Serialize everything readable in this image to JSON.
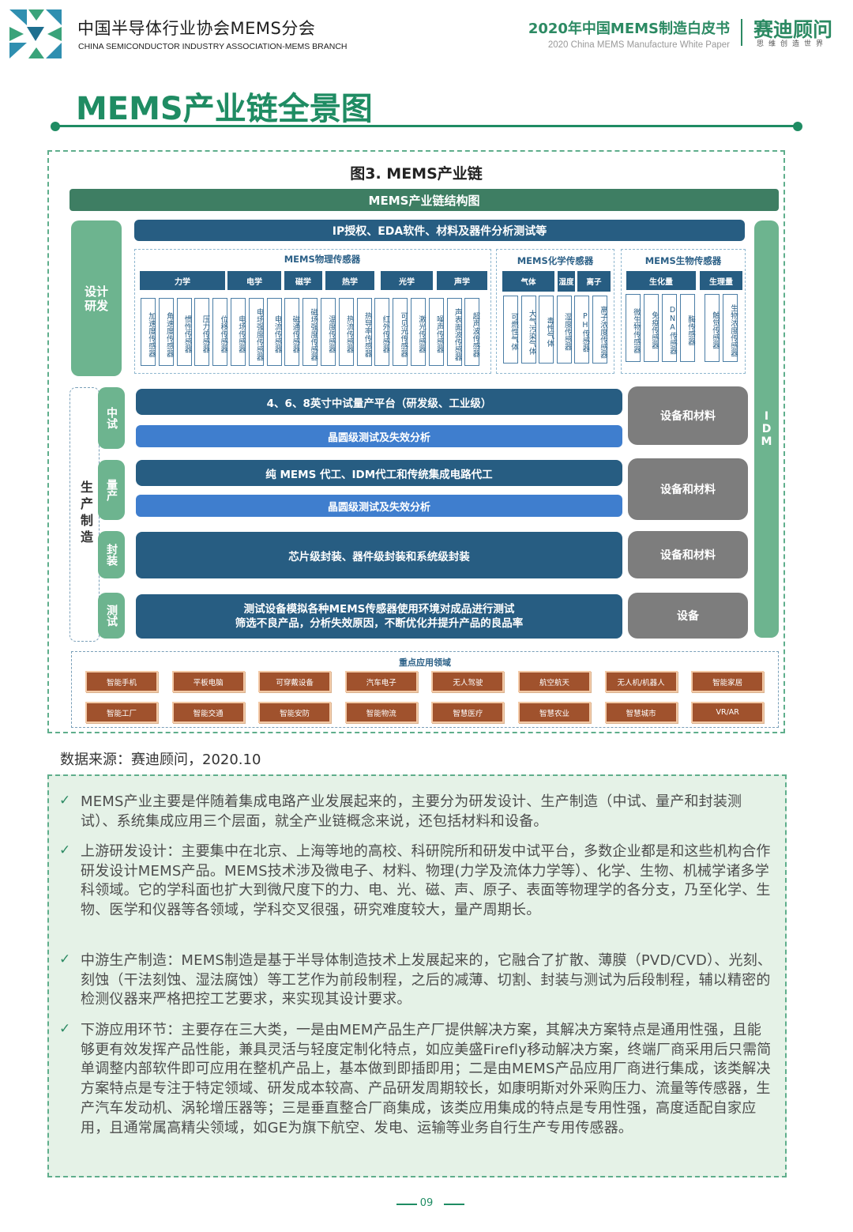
{
  "header": {
    "org_cn": "中国半导体行业协会MEMS分会",
    "org_en": "CHINA SEMICONDUCTOR INDUSTRY ASSOCIATION-MEMS BRANCH",
    "whitepaper_cn": "2020年中国MEMS制造白皮书",
    "whitepaper_en": "2020 China MEMS Manufacture White Paper",
    "brand": "赛迪顾问",
    "slogan": "思维创造世界"
  },
  "page_title": "MEMS产业链全景图",
  "figure": {
    "title": "图3. MEMS产业链",
    "structure_header": "MEMS产业链结构图",
    "top_bar": "IP授权、EDA软件、材料及器件分析测试等",
    "design_label": "设计研发",
    "idm_label": "IDM",
    "physical": {
      "title": "MEMS物理传感器",
      "categories": [
        "力学",
        "电学",
        "磁学",
        "热学",
        "光学",
        "声学"
      ],
      "sensors": [
        "加速度传感器",
        "角速度传感器",
        "惯性传感器",
        "压力传感器",
        "位移传感器",
        "电场传感器",
        "电场强度传感器",
        "电流传感器",
        "磁通传感器",
        "磁场强度传感器",
        "温度传感器",
        "热流传感器",
        "热导率传感器",
        "红外传感器",
        "可见光传感器",
        "激光传感器",
        "噪声传感器",
        "声表面波传感器",
        "超声波传感器"
      ]
    },
    "chemical": {
      "title": "MEMS化学传感器",
      "categories": [
        "气体",
        "湿度",
        "离子"
      ],
      "sensors": [
        "可燃性气体",
        "大气污染气体",
        "毒性气体",
        "湿度传感器",
        "PH传感器",
        "离子浓度传感器"
      ]
    },
    "bio": {
      "title": "MEMS生物传感器",
      "categories": [
        "生化量",
        "生理量"
      ],
      "sensors": [
        "微生物传感器",
        "免疫传感器",
        "DNA传感器",
        "酶传感器",
        "触觉传感器",
        "生物浓度传感器"
      ]
    },
    "production_label": "生产制造",
    "stages": [
      {
        "label": "中试",
        "main": "4、6、8英寸中试量产平台（研发级、工业级）",
        "sub": "晶圆级测试及失效分析",
        "side": "设备和材料"
      },
      {
        "label": "量产",
        "main": "纯 MEMS 代工、IDM代工和传统集成电路代工",
        "sub": "晶圆级测试及失效分析",
        "side": "设备和材料"
      },
      {
        "label": "封装",
        "main": "芯片级封装、器件级封装和系统级封装",
        "side": "设备和材料"
      },
      {
        "label": "测试",
        "main_line1": "测试设备模拟各种MEMS传感器使用环境对成品进行测试",
        "main_line2": "筛选不良产品，分析失效原因，不断优化并提升产品的良品率",
        "side": "设备"
      }
    ],
    "applications_title": "重点应用领域",
    "applications": [
      "智能手机",
      "平板电脑",
      "可穿戴设备",
      "汽车电子",
      "无人驾驶",
      "航空航天",
      "无人机/机器人",
      "智能家居",
      "智能工厂",
      "智能交通",
      "智能安防",
      "智能物流",
      "智慧医疗",
      "智慧农业",
      "智慧城市",
      "VR/AR"
    ]
  },
  "source": "数据来源：赛迪顾问，2020.10",
  "notes": [
    "MEMS产业主要是伴随着集成电路产业发展起来的，主要分为研发设计、生产制造（中试、量产和封装测试）、系统集成应用三个层面，就全产业链概念来说，还包括材料和设备。",
    "上游研发设计：主要集中在北京、上海等地的高校、科研院所和研发中试平台，多数企业都是和这些机构合作研发设计MEMS产品。MEMS技术涉及微电子、材料、物理(力学及流体力学等）、化学、生物、机械学诸多学科领域。它的学科面也扩大到微尺度下的力、电、光、磁、声、原子、表面等物理学的各分支，乃至化学、生物、医学和仪器等各领域，学科交叉很强，研究难度较大，量产周期长。",
    "中游生产制造：MEMS制造是基于半导体制造技术上发展起来的，它融合了扩散、薄膜（PVD/CVD）、光刻、刻蚀（干法刻蚀、湿法腐蚀）等工艺作为前段制程，之后的减薄、切割、封装与测试为后段制程，辅以精密的检测仪器来严格把控工艺要求，来实现其设计要求。",
    "下游应用环节：主要存在三大类，一是由MEM产品生产厂提供解决方案，其解决方案特点是通用性强，且能够更有效发挥产品性能，兼具灵活与轻度定制化特点，如应美盛Firefly移动解决方案，终端厂商采用后只需简单调整内部软件即可应用在整机产品上，基本做到即插即用；二是由MEMS产品应用厂商进行集成，该类解决方案特点是专注于特定领域、研发成本较高、产品研发周期较长，如康明斯对外采购压力、流量等传感器，生产汽车发动机、涡轮增压器等；三是垂直整合厂商集成，该类应用集成的特点是专用性强，高度适配自家应用，且通常属高精尖领域，如GE为旗下航空、发电、运输等业务自行生产专用传感器。"
  ],
  "page_number": "09",
  "colors": {
    "brand_green": "#1f8c63",
    "navy": "#275d82",
    "blue": "#3f7ece",
    "gray": "#7d7d7d",
    "app_brown": "#a0522d"
  }
}
